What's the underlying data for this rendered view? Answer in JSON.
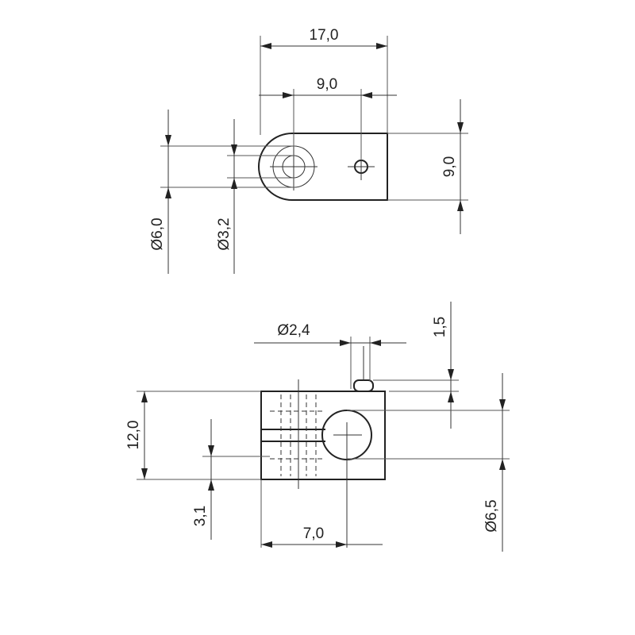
{
  "drawing": {
    "top_view": {
      "width": "17,0",
      "hole_spacing": "9,0",
      "height": "9,0",
      "bore_outer": "Ø6,0",
      "bore_inner": "Ø3,2"
    },
    "front_view": {
      "pin_diameter": "Ø2,4",
      "pin_height": "1,5",
      "height": "12,0",
      "slot_offset": "3,1",
      "bore_position": "7,0",
      "bore_diameter": "Ø6,5"
    }
  }
}
